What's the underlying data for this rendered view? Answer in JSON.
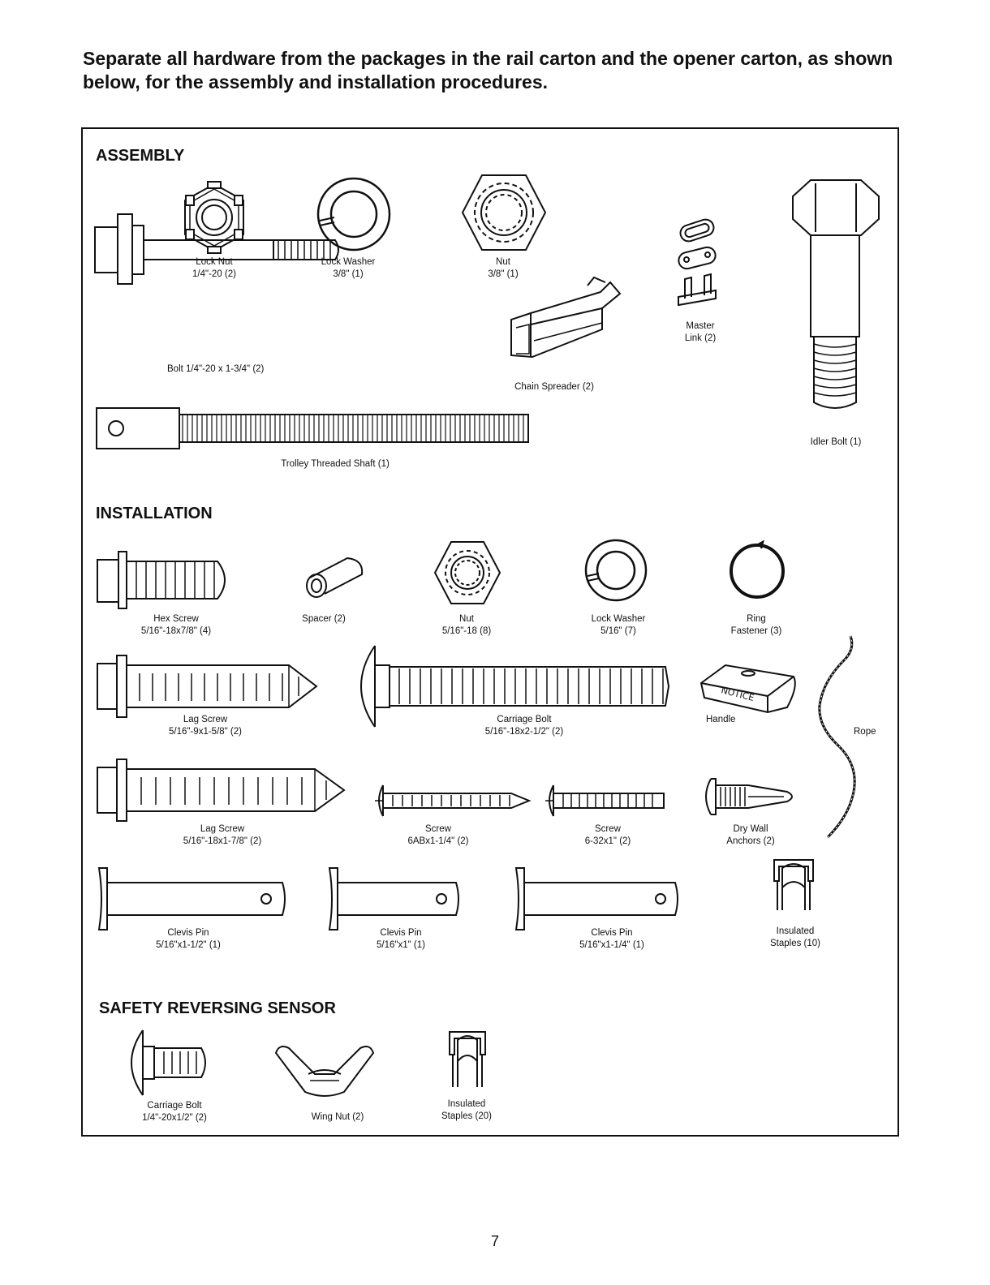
{
  "intro": "Separate all hardware from the packages in the rail carton and the opener carton, as shown below, for the assembly and installation procedures.",
  "sections": {
    "assembly": "ASSEMBLY",
    "installation": "INSTALLATION",
    "sensor": "SAFETY REVERSING SENSOR"
  },
  "parts": {
    "lock_nut": {
      "name": "Lock Nut",
      "spec": "1/4\"-20 (2)"
    },
    "lock_washer_a": {
      "name": "Lock Washer",
      "spec": "3/8\" (1)"
    },
    "nut_a": {
      "name": "Nut",
      "spec": "3/8\" (1)"
    },
    "master_link": {
      "name": "Master",
      "spec": "Link (2)"
    },
    "bolt": {
      "name": "Bolt 1/4\"-20 x 1-3/4\" (2)"
    },
    "chain_spreader": {
      "name": "Chain Spreader (2)"
    },
    "trolley_shaft": {
      "name": "Trolley Threaded Shaft (1)"
    },
    "idler_bolt": {
      "name": "Idler Bolt (1)"
    },
    "hex_screw": {
      "name": "Hex Screw",
      "spec": "5/16\"-18x7/8\" (4)"
    },
    "spacer": {
      "name": "Spacer (2)"
    },
    "nut_b": {
      "name": "Nut",
      "spec": "5/16\"-18 (8)"
    },
    "lock_washer_b": {
      "name": "Lock Washer",
      "spec": "5/16\" (7)"
    },
    "ring_fastener": {
      "name": "Ring",
      "spec": "Fastener (3)"
    },
    "lag_screw_a": {
      "name": "Lag Screw",
      "spec": "5/16\"-9x1-5/8\" (2)"
    },
    "carriage_bolt_a": {
      "name": "Carriage Bolt",
      "spec": "5/16\"-18x2-1/2\" (2)"
    },
    "handle": {
      "name": "Handle",
      "tag": "NOTICE"
    },
    "rope": {
      "name": "Rope"
    },
    "lag_screw_b": {
      "name": "Lag Screw",
      "spec": "5/16\"-18x1-7/8\" (2)"
    },
    "screw_a": {
      "name": "Screw",
      "spec": "6ABx1-1/4\" (2)"
    },
    "screw_b": {
      "name": "Screw",
      "spec": "6-32x1\" (2)"
    },
    "drywall_anchors": {
      "name": "Dry Wall",
      "spec": "Anchors (2)"
    },
    "clevis_a": {
      "name": "Clevis Pin",
      "spec": "5/16\"x1-1/2\" (1)"
    },
    "clevis_b": {
      "name": "Clevis Pin",
      "spec": "5/16\"x1\" (1)"
    },
    "clevis_c": {
      "name": "Clevis Pin",
      "spec": "5/16\"x1-1/4\" (1)"
    },
    "staples_a": {
      "name": "Insulated",
      "spec": "Staples (10)"
    },
    "carriage_bolt_b": {
      "name": "Carriage Bolt",
      "spec": "1/4\"-20x1/2\" (2)"
    },
    "wing_nut": {
      "name": "Wing Nut (2)"
    },
    "staples_b": {
      "name": "Insulated",
      "spec": "Staples (20)"
    }
  },
  "page_number": "7"
}
